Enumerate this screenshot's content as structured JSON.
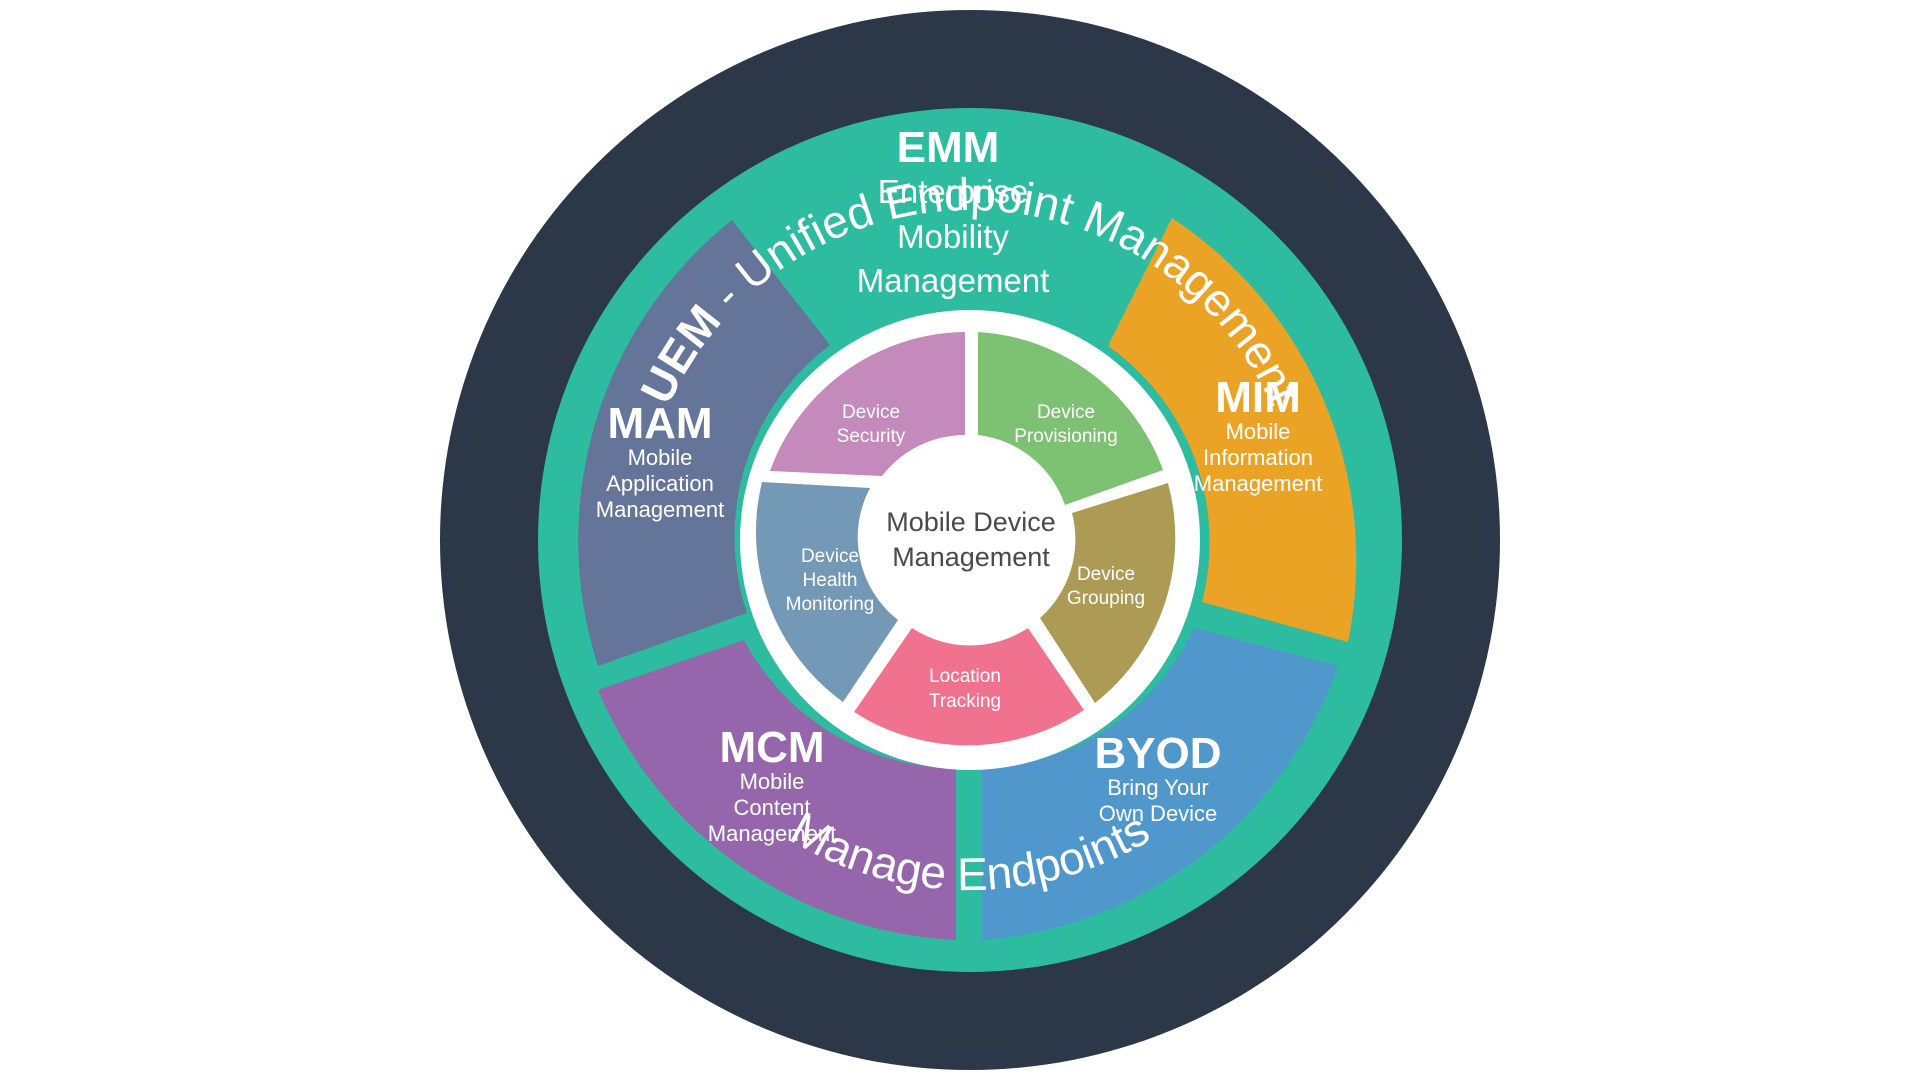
{
  "ring": {
    "title_bold": "UEM",
    "title_rest": " - Unified Endpoint Management",
    "bottom": "Manage Endpoints"
  },
  "emm": {
    "abbr": "EMM",
    "line1": "Enterprise",
    "line2": "Mobility",
    "line3": "Management"
  },
  "segments": {
    "mam": {
      "abbr": "MAM",
      "line1": "Mobile",
      "line2": "Application",
      "line3": "Management"
    },
    "mim": {
      "abbr": "MIM",
      "line1": "Mobile",
      "line2": "Information",
      "line3": "Management"
    },
    "mcm": {
      "abbr": "MCM",
      "line1": "Mobile",
      "line2": "Content",
      "line3": "Management"
    },
    "byod": {
      "abbr": "BYOD",
      "line1": "Bring Your",
      "line2": "Own Device"
    }
  },
  "inner": {
    "security": {
      "line1": "Device",
      "line2": "Security"
    },
    "provisioning": {
      "line1": "Device",
      "line2": "Provisioning"
    },
    "grouping": {
      "line1": "Device",
      "line2": "Grouping"
    },
    "location": {
      "line1": "Location",
      "line2": "Tracking"
    },
    "health": {
      "line1": "Device",
      "line2": "Health",
      "line3": "Monitoring"
    }
  },
  "core": {
    "line1": "Mobile Device",
    "line2": "Management"
  },
  "colors": {
    "outer_ring": "#2c3848",
    "emm": "#2dbc9f",
    "mam": "#657599",
    "mim": "#eaa324",
    "mcm": "#9566ab",
    "byod": "#5097cc",
    "security": "#c48abc",
    "provisioning": "#7dc272",
    "grouping": "#ac9a55",
    "location": "#f0728e",
    "health": "#7399b7",
    "core": "#ffffff"
  }
}
